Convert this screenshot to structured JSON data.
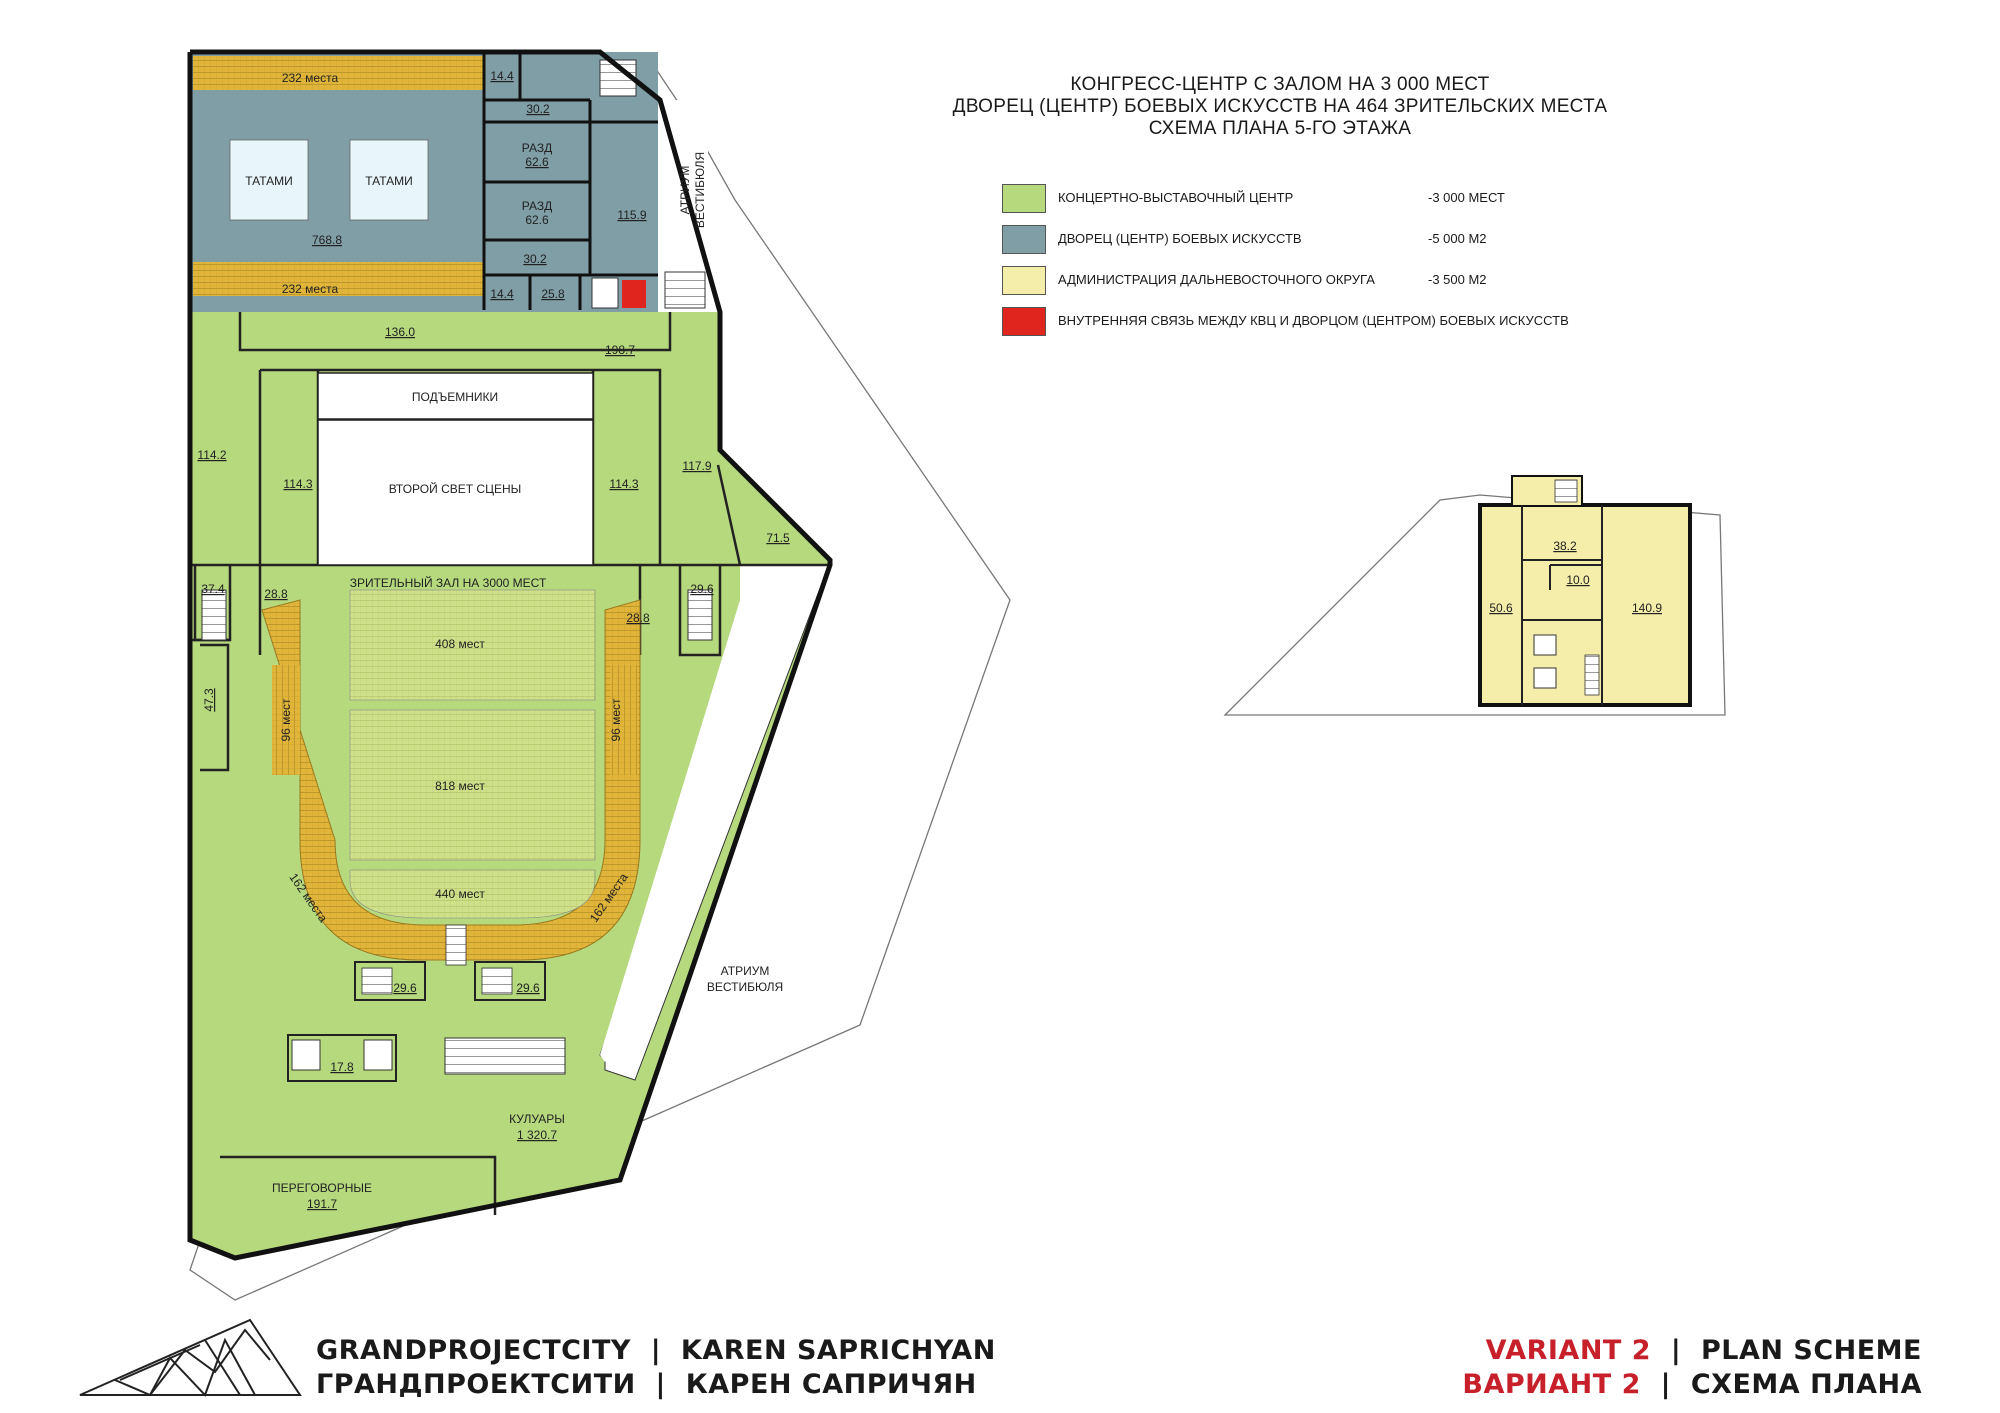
{
  "title": {
    "line1": "КОНГРЕСС-ЦЕНТР С ЗАЛОМ НА 3 000 МЕСТ",
    "line2": "ДВОРЕЦ (ЦЕНТР) БОЕВЫХ ИСКУССТВ НА 464 ЗРИТЕЛЬСКИХ МЕСТА",
    "line3": "СХЕМА ПЛАНА 5-ГО ЭТАЖА"
  },
  "legend": [
    {
      "label": "КОНЦЕРТНО-ВЫСТАВОЧНЫЙ ЦЕНТР",
      "value": "-3 000 МЕСТ",
      "color": "#b6d97e"
    },
    {
      "label": "ДВОРЕЦ (ЦЕНТР) БОЕВЫХ ИСКУССТВ",
      "value": "-5 000 М2",
      "color": "#7f9ea6"
    },
    {
      "label": "АДМИНИСТРАЦИЯ ДАЛЬНЕВОСТОЧНОГО ОКРУГА",
      "value": "-3 500 М2",
      "color": "#f5eeaa"
    },
    {
      "label": "ВНУТРЕННЯЯ СВЯЗЬ МЕЖДУ КВЦ И ДВОРЦОМ (ЦЕНТРОМ) БОЕВЫХ ИСКУССТВ",
      "value": "",
      "color": "#e0251e"
    }
  ],
  "colors": {
    "green": "#b6d97e",
    "blue": "#7f9ea6",
    "yellow": "#f5eeaa",
    "red": "#e0251e",
    "seat": "#e0b53a",
    "seat_green": "#cfe08a",
    "wall": "#111111"
  },
  "martial": {
    "seats_top": "232 места",
    "seats_bottom": "232 места",
    "tatami1": "ТАТАМИ",
    "tatami2": "ТАТАМИ",
    "hall_area": "768.8",
    "r14_4_top": "14.4",
    "r30_2_top": "30.2",
    "razd1": "РАЗД",
    "razd1_area": "62.6",
    "razd2": "РАЗД",
    "razd2_area": "62.6",
    "r115_9": "115.9",
    "r30_2_bottom": "30.2",
    "r14_4_bottom": "14.4",
    "r25_8": "25.8",
    "atrium_line1": "АТРИУМ",
    "atrium_line2": "ВЕСТИБЮЛЯ"
  },
  "concert": {
    "r136_0": "136.0",
    "r198_7": "198.7",
    "lifts": "ПОДЪЕМНИКИ",
    "second_light": "ВТОРОЙ СВЕТ СЦЕНЫ",
    "r114_2": "114.2",
    "r114_3_left": "114.3",
    "r114_3_right": "114.3",
    "r117_9": "117.9",
    "r71_5": "71.5",
    "hall_title": "ЗРИТЕЛЬНЫЙ ЗАЛ НА 3000 МЕСТ",
    "r37_4": "37.4",
    "r28_8_left": "28.8",
    "r28_8_right": "28.8",
    "r29_6_top": "29.6",
    "r47_3": "47.3",
    "seats_408": "408 мест",
    "seats_818": "818 мест",
    "seats_440": "440 мест",
    "seats_side_left": "96 мест",
    "seats_side_right": "96 мест",
    "seats_curve_left": "162 места",
    "seats_curve_right": "162 места",
    "r29_6_bl": "29.6",
    "r29_6_br": "29.6",
    "r17_8": "17.8",
    "atrium_line1": "АТРИУМ",
    "atrium_line2": "ВЕСТИБЮЛЯ",
    "kuluary": "КУЛУАРЫ",
    "kuluary_area": "1 320.7",
    "negotiation": "ПЕРЕГОВОРНЫЕ",
    "negotiation_area": "191.7"
  },
  "admin": {
    "r38_2": "38.2",
    "r10_0": "10.0",
    "r50_6": "50.6",
    "r140_9": "140.9"
  },
  "footer": {
    "left_line1": "GRANDPROJECTCITY  |  KAREN SAPRICHYAN",
    "left_line2": "ГРАНДПРОЕКТСИТИ  |  КАРЕН САПРИЧЯН",
    "variant_en": "VARIANT 2",
    "scheme_en": "  |  PLAN SCHEME",
    "variant_ru": "ВАРИАНТ 2",
    "scheme_ru": "  |  СХЕМА ПЛАНА"
  }
}
